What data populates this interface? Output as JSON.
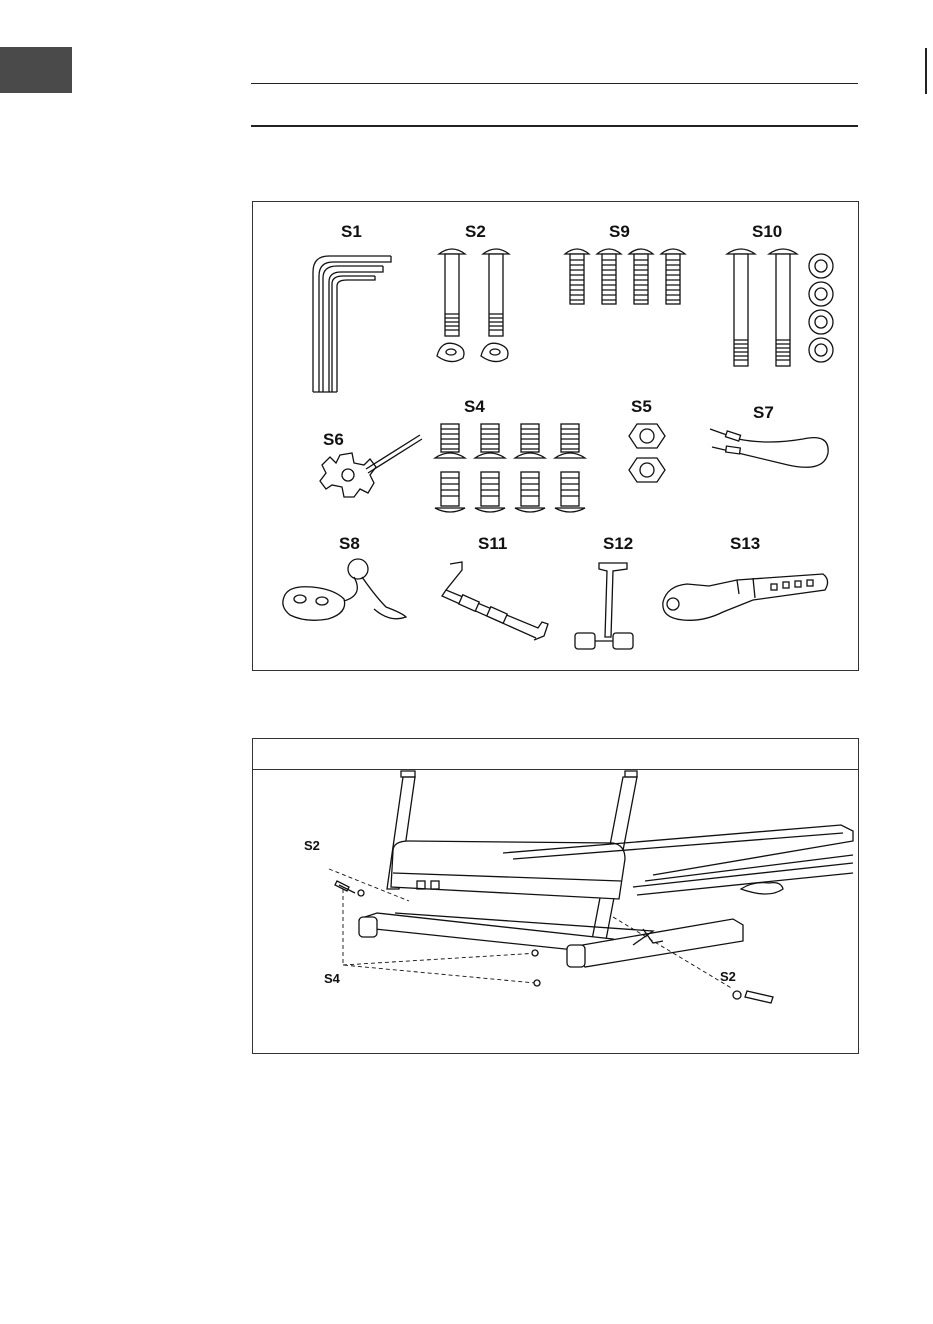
{
  "parts": {
    "s1": "S1",
    "s2": "S2",
    "s9": "S9",
    "s10": "S10",
    "s6": "S6",
    "s4": "S4",
    "s5": "S5",
    "s7": "S7",
    "s8": "S8",
    "s11": "S11",
    "s12": "S12",
    "s13": "S13"
  },
  "step": {
    "title": "",
    "callout_s2_left": "S2",
    "callout_s4": "S4",
    "callout_s2_right": "S2"
  },
  "colors": {
    "tab": "#4a4a4a",
    "line": "#111111"
  }
}
